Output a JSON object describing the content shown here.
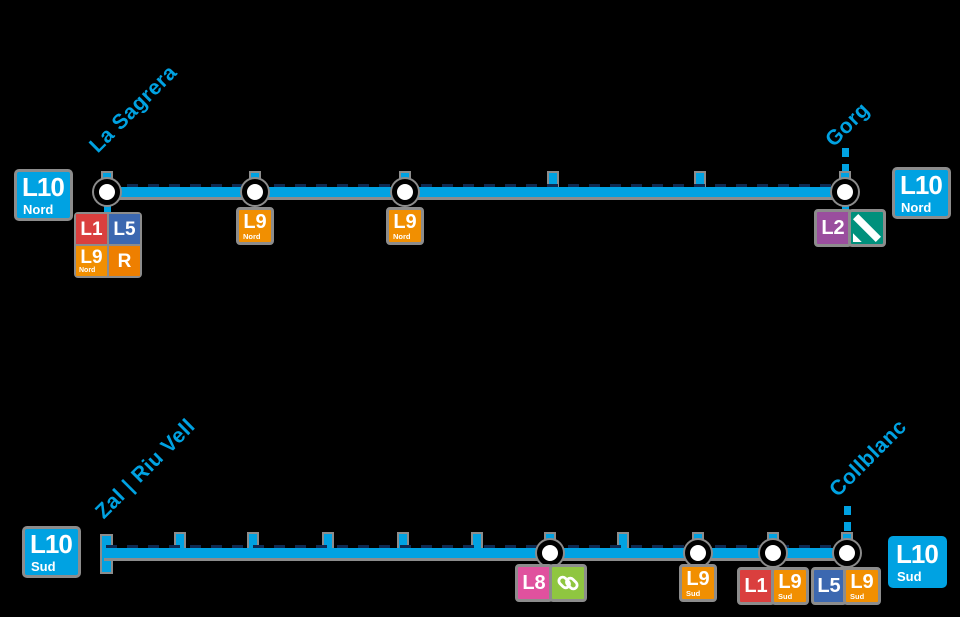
{
  "page": {
    "background": "#000000"
  },
  "colors": {
    "line_blue": "#00A2E2",
    "halo_gray": "#8C8C8C",
    "dash_navy": "#0E2A52",
    "l1_red": "#DA3F3E",
    "l2_purple": "#9A4E9E",
    "l5_blue": "#3C68B0",
    "l8_pink": "#E0519E",
    "l9_orange": "#F18F01",
    "rodalies_orange": "#EE7F00",
    "fgc_green": "#8FC640",
    "tram_teal": "#00907C",
    "l10_blue": "#00A2E2",
    "badge_text": "#FFFFFF"
  },
  "lines": {
    "nord": {
      "name_badge": {
        "label": "L10",
        "caption": "Nord"
      },
      "left_terminus": "La Sagrera",
      "right_terminus": "Gorg",
      "la_sagrera_badges": {
        "b1": {
          "label": "L1"
        },
        "b2": {
          "label": "L5"
        },
        "b3": {
          "label": "L9",
          "caption": "Nord"
        },
        "b4": {
          "label": "R"
        }
      },
      "station2_badge": {
        "label": "L9",
        "caption": "Nord"
      },
      "station3_badge": {
        "label": "L9",
        "caption": "Nord"
      },
      "gorg_badges": {
        "b1": {
          "label": "L2"
        },
        "tram_icon": "tram-logo"
      }
    },
    "sud": {
      "name_badge": {
        "label": "L10",
        "caption": "Sud"
      },
      "left_terminus": "Zal | Riu Vell",
      "right_terminus": "Collblanc",
      "station_l8_badges": {
        "b1": {
          "label": "L8"
        },
        "fgc_icon": "fgc-chain-logo"
      },
      "station_l9_badge": {
        "label": "L9",
        "caption": "Sud"
      },
      "station_l1_l9_badges": {
        "b1": {
          "label": "L1"
        },
        "b2": {
          "label": "L9",
          "caption": "Sud"
        }
      },
      "collblanc_badges": {
        "b1": {
          "label": "L5"
        },
        "b2": {
          "label": "L9",
          "caption": "Sud"
        }
      }
    }
  }
}
